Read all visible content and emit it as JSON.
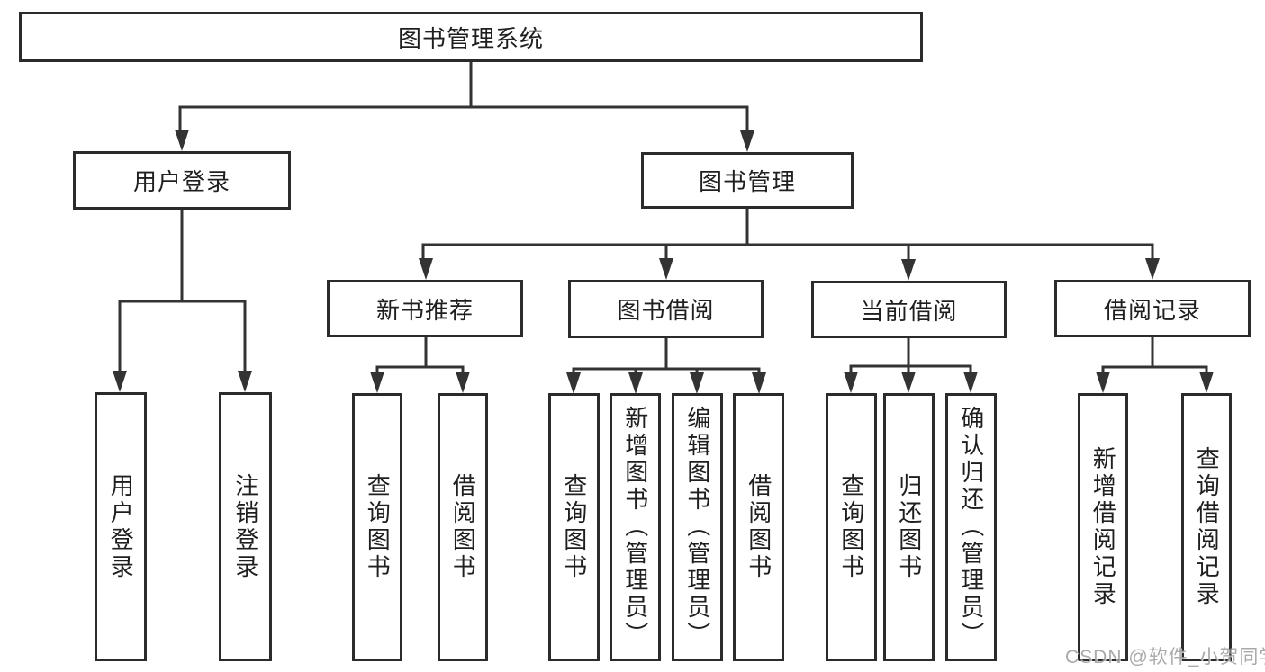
{
  "diagram": {
    "root": {
      "label": "图书管理系统"
    },
    "branches": [
      {
        "label": "用户登录",
        "children": [
          {
            "label": "用户登录"
          },
          {
            "label": "注销登录"
          }
        ]
      },
      {
        "label": "图书管理",
        "children": [
          {
            "label": "新书推荐",
            "children": [
              {
                "label": "查询图书"
              },
              {
                "label": "借阅图书"
              }
            ]
          },
          {
            "label": "图书借阅",
            "children": [
              {
                "label": "查询图书"
              },
              {
                "label": "新增图书（管理员）"
              },
              {
                "label": "编辑图书（管理员）"
              },
              {
                "label": "借阅图书"
              }
            ]
          },
          {
            "label": "当前借阅",
            "children": [
              {
                "label": "查询图书"
              },
              {
                "label": "归还图书"
              },
              {
                "label": "确认归还（管理员）"
              }
            ]
          },
          {
            "label": "借阅记录",
            "children": [
              {
                "label": "新增借阅记录"
              },
              {
                "label": "查询借阅记录"
              }
            ]
          }
        ]
      }
    ]
  },
  "watermark": {
    "text": "CSDN @软件_小贺同学"
  },
  "colors": {
    "line": "#333333",
    "box_border": "#2b2b2b",
    "text": "#1f1f1f",
    "background": "#ffffff",
    "watermark": "#9b9b9b"
  }
}
